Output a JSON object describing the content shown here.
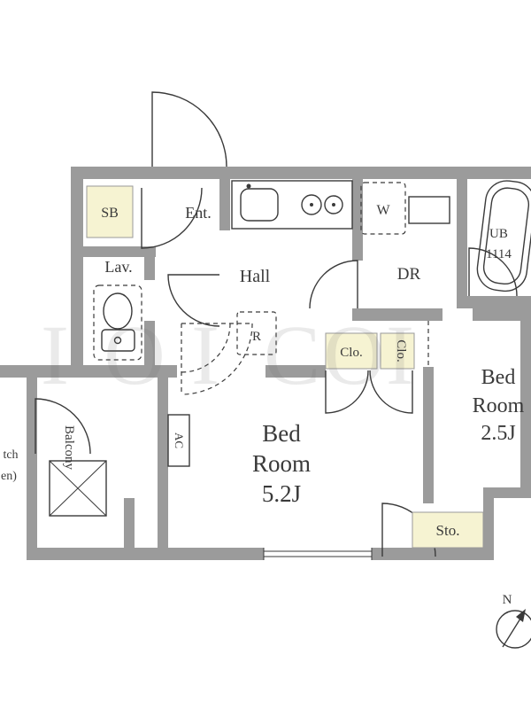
{
  "floorplan": {
    "labels": {
      "shoe_box": "SB",
      "entrance": "Ent.",
      "hall": "Hall",
      "lavatory": "Lav.",
      "washer_space": "W",
      "dressing_room": "DR",
      "unit_bath": "UB",
      "unit_bath_size": "1114",
      "refrigerator_space": "R",
      "closet_a": "Clo.",
      "closet_b": "Clo.",
      "air_conditioner": "AC",
      "balcony": "Balcony",
      "storage": "Sto.",
      "kitchen_clipped_top": "tch",
      "kitchen_clipped_bottom": "en)"
    },
    "bedroom_main": {
      "line1": "Bed",
      "line2": "Room",
      "line3": "5.2J"
    },
    "bedroom_sub": {
      "line1": "Bed",
      "line2": "Room",
      "line3": "2.5J"
    },
    "compass_north": "N",
    "watermark": {
      "l1": "I",
      "l2": "O",
      "l3": "I",
      "l4": "C",
      "l5": "O",
      "l6": "I"
    },
    "colors": {
      "wall": "#9b9b9b",
      "label_highlight": "#f6f3d2",
      "outline": "#3a3a3a"
    }
  }
}
